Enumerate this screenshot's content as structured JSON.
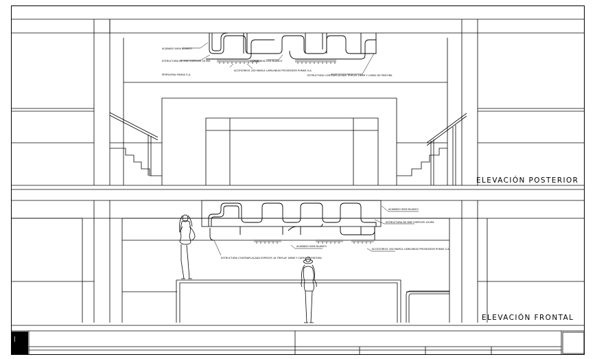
{
  "elevations": {
    "posterior": {
      "title": "ELEVACIÓN POSTERIOR",
      "notes": [
        "ACABADO INOX BLANCO",
        "ESTRUCTURA DE MDF ESPESOR 18 MM.",
        "PERFILERIA PUMAS S.A.",
        "LUMINARIAS LED BLANCO",
        "ACCESORIOS LED MARCA LUMILINEAS PROVEEDOR PUMAS S.A.",
        "ESTRUCTURA CONTRAPLACADA TRIPLAY 18MM Y CAPAS DE PINTURA"
      ]
    },
    "frontal": {
      "title": "ELEVACIÓN FRONTAL",
      "notes": [
        "ACABADO INOX BLANCO",
        "ESTRUCTURA DE MDF ESPESOR 18 MM.",
        "ESTRUCTURA CONTRAPLACADA ESPESOR 18 TRIPLAY 18MM Y CAPAS DE PINTURA",
        "ACABADO INOX BLANCO",
        "ACCESORIOS LED MARCA LUMILINEAS PROVEEDOR PUMAS S.A."
      ]
    }
  },
  "title_block": {
    "left_mark": "|"
  },
  "colors": {
    "line": "#000000",
    "background": "#ffffff"
  }
}
